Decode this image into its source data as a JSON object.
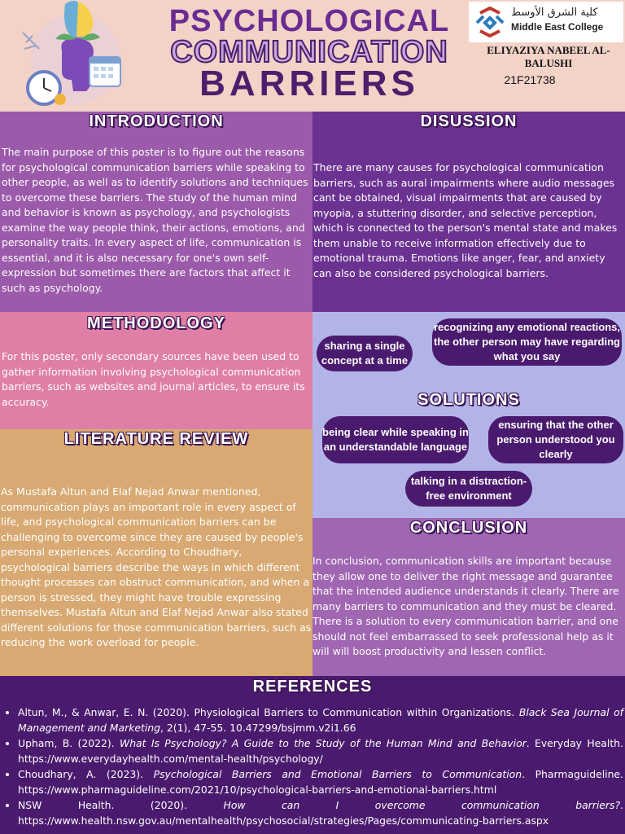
{
  "header": {
    "title_line1": "PSYCHOLOGICAL",
    "title_line2": "COMMUNICATION",
    "title_line3": "BARRIERS",
    "logo_arabic": "كلية الشرق الأوسط",
    "logo_english": "Middle East College",
    "author": "ELIYAZIYA NABEEL AL-BALUSHI",
    "student_id": "21F21738"
  },
  "introduction": {
    "heading": "INTRODUCTION",
    "text": "The main purpose of this poster is to figure out the reasons for psychological communication barriers while speaking to other people, as well as to identify solutions and techniques to overcome these barriers. The study of the human mind and behavior is known as psychology, and psychologists examine the way people think, their actions, emotions, and personality traits. In every aspect of life, communication is essential, and it is also necessary for one's own self-expression but sometimes there are factors that affect it such as psychology."
  },
  "discussion": {
    "heading": "DISUSSION",
    "text": "There are many causes for psychological communication barriers, such as aural impairments where audio messages cant be obtained, visual impairments that are caused by myopia, a stuttering disorder, and selective perception, which is connected to the person's mental state and makes them unable to receive information effectively due to emotional trauma. Emotions like anger, fear, and anxiety can also be considered psychological barriers."
  },
  "methodology": {
    "heading": "METHODOLOGY",
    "text": "For this poster, only secondary sources have been used to gather information involving psychological communication barriers, such as websites and journal articles, to ensure its accuracy."
  },
  "solutions": {
    "heading": "SOLUTIONS",
    "items": [
      "sharing a single concept at a time",
      "recognizing any emotional reactions, the other person may have regarding what you say",
      "being clear while speaking in an understandable language",
      "ensuring that the other person understood you clearly",
      "talking in a distraction-free environment"
    ]
  },
  "literature_review": {
    "heading": "LITERATURE REVIEW",
    "text": "As Mustafa Altun and Elaf Nejad Anwar mentioned, communication plays an important role in every aspect of life, and psychological communication barriers can be challenging to overcome since they are caused by people's personal experiences. According to Choudhary, psychological barriers describe the ways in which different thought processes can obstruct communication, and when a person is stressed, they might have trouble expressing themselves. Mustafa Altun and Elaf Nejad Anwar also stated different solutions for those communication barriers, such as reducing the work overload for people."
  },
  "conclusion": {
    "heading": "CONCLUSION",
    "text": "In conclusion, communication skills are important because they allow one to deliver the right message and guarantee that the intended audience understands it clearly. There are many barriers to communication and they must be cleared. There is a solution to every communication barrier, and one should not feel embarrassed to seek professional help as it will will boost productivity and lessen conflict."
  },
  "references": {
    "heading": "REFERENCES",
    "items": [
      {
        "a": "Altun, M., & Anwar, E. N. (2020). Physiological Barriers to Communication within Organizations. ",
        "i": "Black Sea Journal of Management and Marketing",
        "b": ", 2(1), 47-55. 10.47299/bsjmm.v2i1.66"
      },
      {
        "a": "Upham, B. (2022). ",
        "i": "What Is Psychology? A Guide to the Study of the Human Mind and Behavior",
        "b": ". Everyday Health. https://www.everydayhealth.com/mental-health/psychology/"
      },
      {
        "a": "Choudhary, A. (2023). ",
        "i": "Psychological Barriers and Emotional Barriers to Communication",
        "b": ". Pharmaguideline. https://www.pharmaguideline.com/2021/10/psychological-barriers-and-emotional-barriers.html"
      },
      {
        "a": "NSW Health. (2020). ",
        "i": "How can I overcome communication barriers?",
        "b": ". https://www.health.nsw.gov.au/mentalhealth/psychosocial/strategies/Pages/communicating-barriers.aspx"
      }
    ]
  },
  "colors": {
    "header_bg": "#f3d2c7",
    "intro_bg": "#9b5aaa",
    "discussion_bg": "#6b3291",
    "methodology_bg": "#e07fa5",
    "solutions_bg": "#b2b4e8",
    "literature_bg": "#d8a972",
    "conclusion_bg": "#a066b2",
    "references_bg": "#4a1a6e"
  }
}
